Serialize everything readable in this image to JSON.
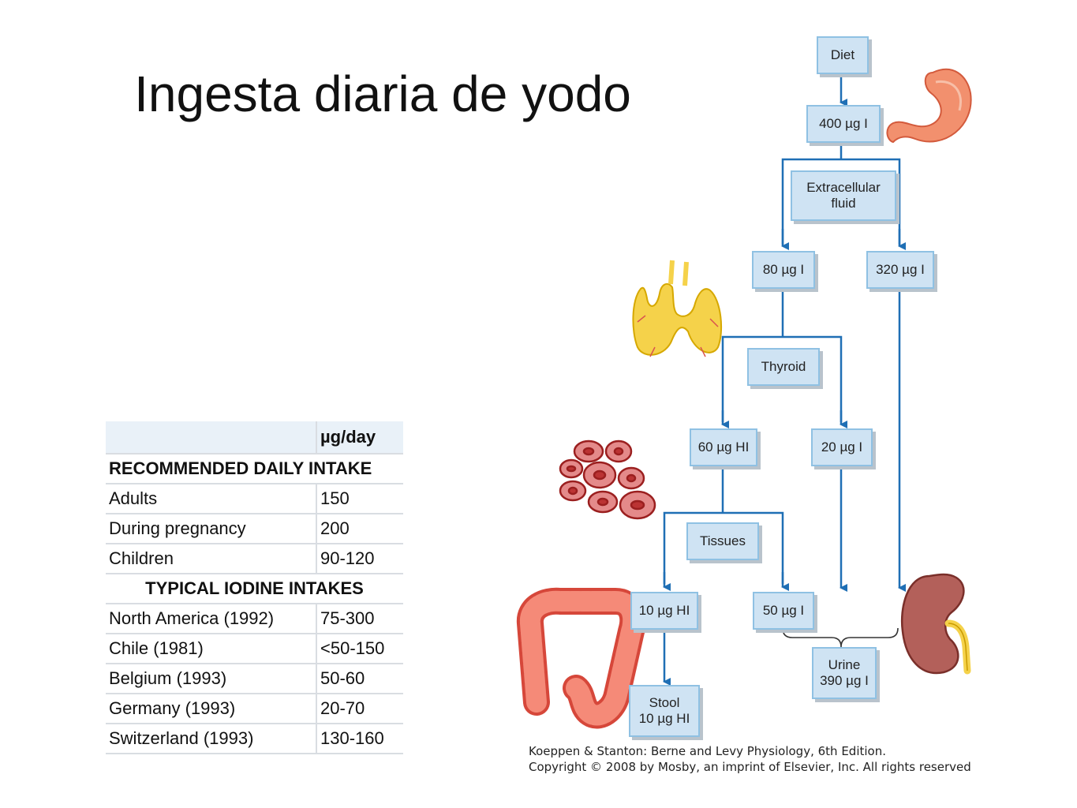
{
  "slide": {
    "title": "Ingesta diaria de yodo"
  },
  "table": {
    "header_unit": "µg/day",
    "sections": [
      {
        "title": "RECOMMENDED DAILY INTAKE",
        "rows": [
          [
            "Adults",
            "150"
          ],
          [
            "During pregnancy",
            "200"
          ],
          [
            "Children",
            "90-120"
          ]
        ]
      },
      {
        "title": "TYPICAL IODINE INTAKES",
        "rows": [
          [
            "North America (1992)",
            "75-300"
          ],
          [
            "Chile (1981)",
            "<50-150"
          ],
          [
            "Belgium (1993)",
            "50-60"
          ],
          [
            "Germany (1993)",
            "20-70"
          ],
          [
            "Switzerland (1993)",
            "130-160"
          ]
        ]
      }
    ]
  },
  "diagram": {
    "nodes": {
      "diet": "Diet",
      "intake": "400 µg I",
      "ecf": "Extracellular\nfluid",
      "to_thyroid": "80 µg I",
      "to_urine_direct": "320 µg I",
      "thyroid": "Thyroid",
      "hormone": "60 µg HI",
      "thyroid_leak": "20 µg I",
      "tissues": "Tissues",
      "to_stool": "10 µg HI",
      "tissue_release": "50 µg I",
      "urine": "Urine\n390 µg I",
      "stool": "Stool\n10 µg HI"
    },
    "line_color": "#1f6fb5",
    "organ_icons": [
      "stomach-icon",
      "thyroid-gland-icon",
      "blood-cells-icon",
      "colon-icon",
      "kidney-icon"
    ]
  },
  "credit": {
    "line1": "Koeppen & Stanton: Berne and Levy Physiology, 6th Edition.",
    "line2": "Copyright © 2008 by Mosby, an imprint of Elsevier, Inc. All rights reserved"
  }
}
